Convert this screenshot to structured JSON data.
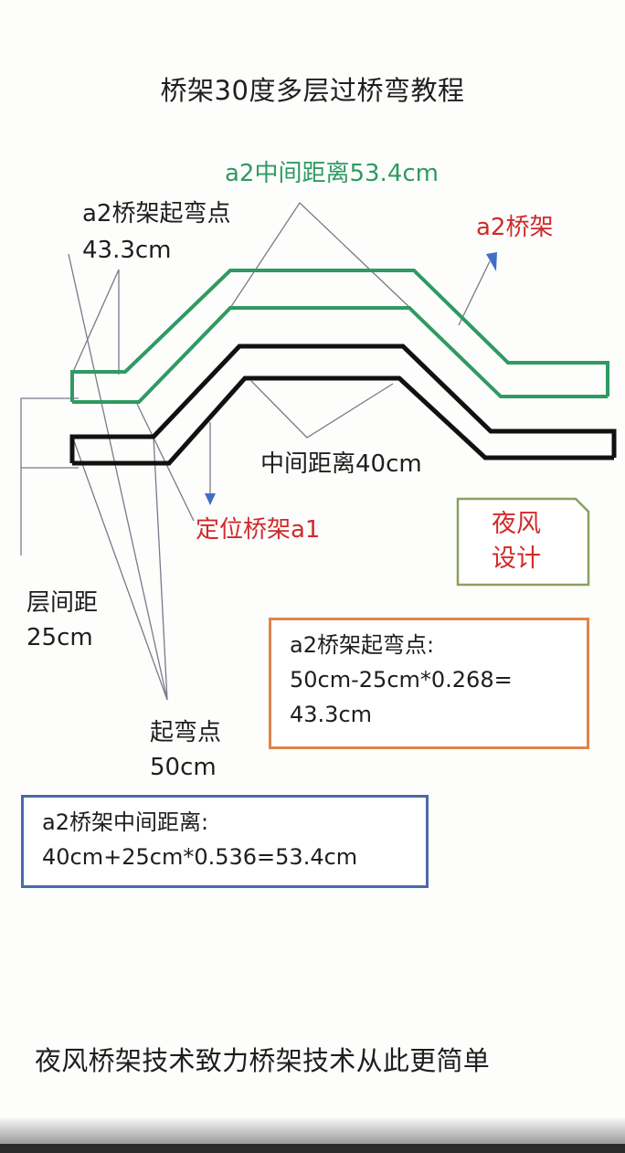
{
  "title": "桥架30度多层过桥弯教程",
  "labels": {
    "a2_middle_distance": "a2中间距离53.4cm",
    "a2_bend_point_line1": "a2桥架起弯点",
    "a2_bend_point_line2": "43.3cm",
    "a2_tray": "a2桥架",
    "middle_distance": "中间距离40cm",
    "positioning_tray": "定位桥架a1",
    "layer_spacing_line1": "层间距",
    "layer_spacing_line2": "25cm",
    "bend_point_line1": "起弯点",
    "bend_point_line2": "50cm"
  },
  "stamp": {
    "line1": "夜风",
    "line2": "设计"
  },
  "formula_bend": {
    "heading": "a2桥架起弯点:",
    "expression": "50cm-25cm*0.268=",
    "result": "43.3cm"
  },
  "formula_middle": {
    "heading": "a2桥架中间距离:",
    "expression": "40cm+25cm*0.536=53.4cm"
  },
  "footer": "夜风桥架技术致力桥架技术从此更简单",
  "colors": {
    "a2_tray": "#2f9a63",
    "a1_tray": "#111111",
    "leader": "#7a7a8a",
    "arrow": "#3f6fc4",
    "red_text": "#d12a2a",
    "box_orange": "#e0844a",
    "box_blue": "#4a6aa8",
    "stamp_border": "#8aa060"
  }
}
